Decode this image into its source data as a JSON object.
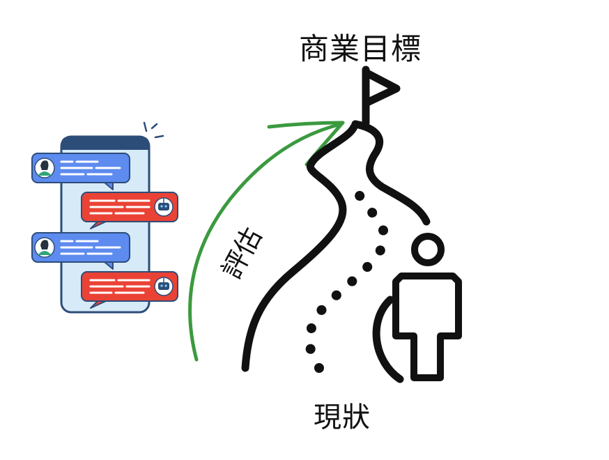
{
  "labels": {
    "goal": "商業目標",
    "current": "現狀",
    "evaluate": "評估"
  },
  "colors": {
    "arrow": "#3b9a3f",
    "user_bubble": "#5d8bef",
    "bot_bubble": "#ea4335",
    "phone_screen": "#d6eaf8",
    "phone_frame": "#2d4d79",
    "ink": "#111111"
  },
  "icons": [
    "phone-icon",
    "user-avatar-icon",
    "robot-avatar-icon",
    "flag-icon",
    "person-icon"
  ]
}
